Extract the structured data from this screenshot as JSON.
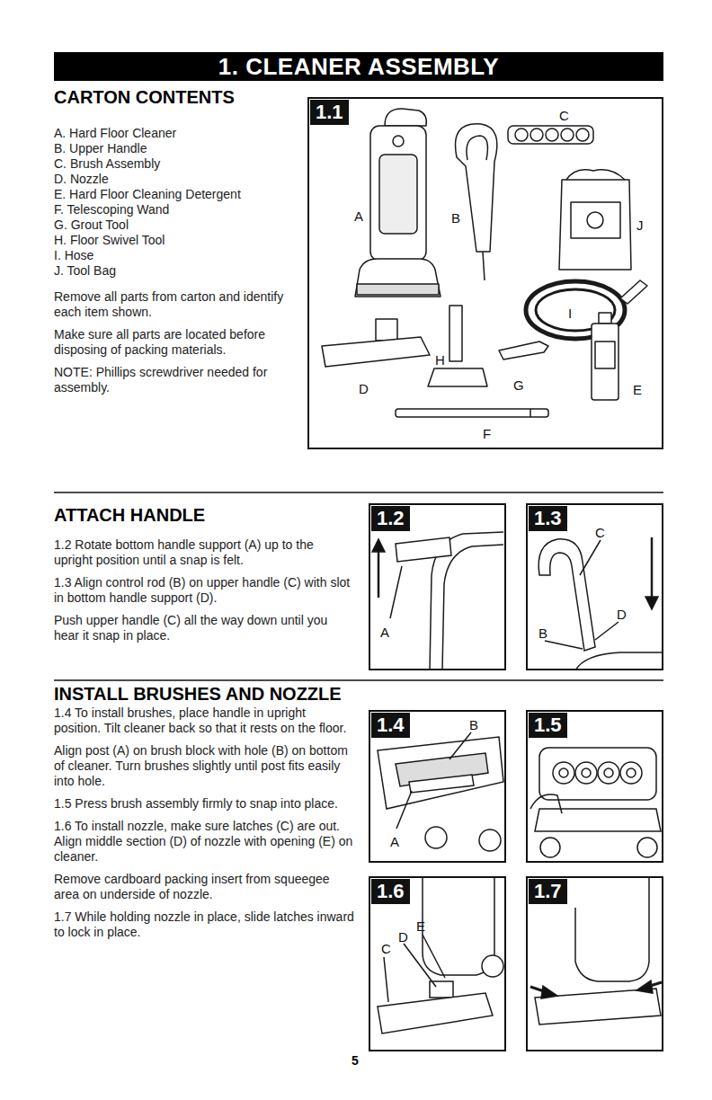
{
  "diagram": {
    "title": "1. CLEANER ASSEMBLY",
    "nodes": [
      {
        "text": [
          "1.1",
          "C",
          "A",
          "B",
          "J",
          "I",
          "H",
          "D",
          "G",
          "E",
          "F"
        ]
      },
      {
        "text": [
          "1.2",
          "A"
        ]
      },
      {
        "text": [
          "1.3",
          "C",
          "D",
          "B"
        ]
      },
      {
        "text": [
          "1.4",
          "B",
          "A"
        ]
      },
      {
        "text": [
          "1.5"
        ]
      },
      {
        "text": [
          "1.6",
          "E",
          "D",
          "C"
        ]
      },
      {
        "text": [
          "1.7"
        ]
      }
    ],
    "labels": [
      "CARTON CONTENTS",
      "A. Hard Floor Cleaner",
      "B. Upper Handle",
      "C. Brush Assembly",
      "D. Nozzle",
      "E. Hard Floor Cleaning Detergent",
      "F. Telescoping Wand",
      "G. Grout Tool",
      "H. Floor Swivel Tool",
      "I. Hose",
      "J. Tool Bag",
      "Remove all parts from carton and identify each item shown.",
      "Make sure all parts are located before disposing of packing materials.",
      "NOTE: Phillips screwdriver needed for assembly.",
      "ATTACH HANDLE",
      "1.2 Rotate bottom handle support (A) up to the upright position until a snap is felt.",
      "1.3 Align control rod (B) on upper handle (C) with slot in bottom handle support (D).",
      "Push upper handle (C) all the way down until you hear it snap in place.",
      "INSTALL BRUSHES AND NOZZLE",
      "1.4 To install brushes, place handle in upright position. Tilt cleaner back so that it rests on the floor.",
      "Align post (A) on brush block with hole (B) on bottom of cleaner. Turn brushes slightly until post fits easily into hole.",
      "1.5 Press brush assembly firmly to snap into place.",
      "1.6 To install nozzle, make sure latches (C) are out. Align middle section (D) of nozzle with opening (E) on cleaner.",
      "Remove cardboard packing insert from squeegee area on underside of nozzle.",
      "1.7 While holding nozzle in place, slide latches inward to lock in place.",
      "5"
    ]
  }
}
